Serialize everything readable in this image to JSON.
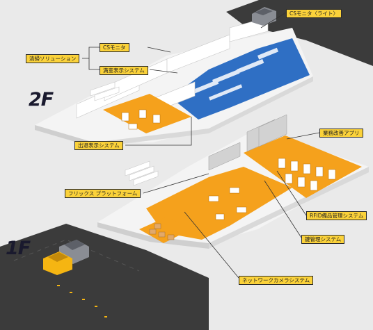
{
  "floors": {
    "upper": "2F",
    "lower": "1F"
  },
  "labels": {
    "cs_monitor_lite": "CSモニタ〈ライト〉",
    "cs_monitor": "CSモニタ",
    "cleaning_solution": "清掃ソリューション",
    "occupancy_display": "満室表示システム",
    "exit_display": "出退表示システム",
    "business_app": "業務改善アプリ",
    "flix_platform": "フリックス プラットフォーム",
    "rfid_system": "RFID備品管理システム",
    "key_management": "鍵管理システム",
    "network_camera": "ネットワークカメラシステム"
  },
  "colors": {
    "background": "#eaeaea",
    "road": "#3a3a3a",
    "floor_white": "#f4f4f4",
    "accent_orange": "#f5a11c",
    "office_blue": "#2f6fc4",
    "label_yellow": "#fbd23a",
    "car_yellow": "#f5b512",
    "car_gray": "#8a8d94"
  }
}
